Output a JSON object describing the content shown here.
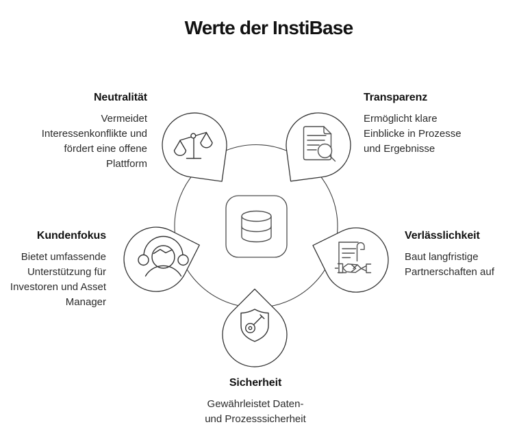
{
  "title": "Werte der InstiBase",
  "center": {
    "icon": "database-icon"
  },
  "values": [
    {
      "id": "neutralitaet",
      "heading": "Neutralität",
      "description": "Vermeidet Interessenkonflikte und fördert eine offene Plattform",
      "icon": "scales-icon",
      "position": "top-left"
    },
    {
      "id": "transparenz",
      "heading": "Transparenz",
      "description": "Ermöglicht klare Einblicke in Prozesse und Ergebnisse",
      "icon": "document-search-icon",
      "position": "top-right"
    },
    {
      "id": "kundenfokus",
      "heading": "Kundenfokus",
      "description": "Bietet umfassende Unterstützung für Investoren und Asset Manager",
      "icon": "headset-person-icon",
      "position": "left"
    },
    {
      "id": "verlaesslichkeit",
      "heading": "Verlässlichkeit",
      "description": "Baut langfristige Partnerschaften auf",
      "icon": "contract-handshake-icon",
      "position": "right"
    },
    {
      "id": "sicherheit",
      "heading": "Sicherheit",
      "description": "Gewährleistet Daten- und Prozesssicherheit",
      "icon": "shield-key-icon",
      "position": "bottom"
    }
  ],
  "colors": {
    "background": "#ffffff",
    "outline": "#333333",
    "ring": "#3f3f3f",
    "icon_dark": "#333333",
    "icon_gray": "#4f4f4f",
    "text": "#2a2a2a",
    "heading": "#111111"
  }
}
